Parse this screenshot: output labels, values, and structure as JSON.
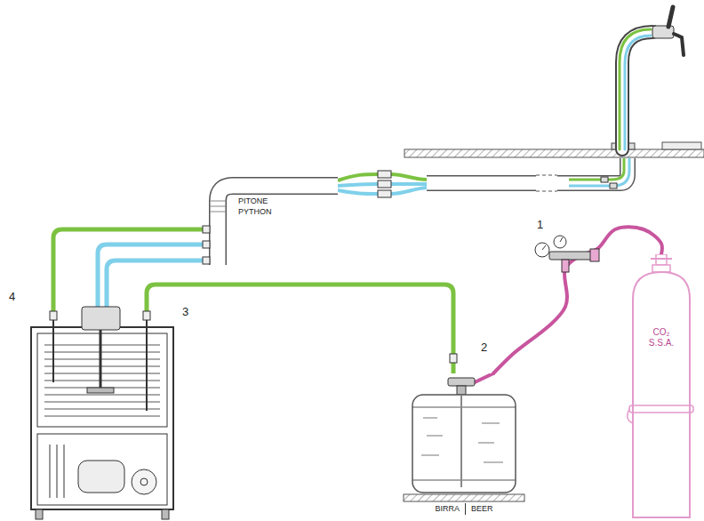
{
  "diagram": {
    "nodes": [
      {
        "text": [
          "CO₂ S.S.A."
        ]
      },
      {
        "text": [
          "BIRRA",
          "BEER"
        ]
      }
    ],
    "edges": [
      {
        "from": 0,
        "to": 1,
        "arrow": "none"
      }
    ],
    "labels": [
      "1",
      "2",
      "3",
      "4",
      "PITONE",
      "PYTHON"
    ]
  }
}
